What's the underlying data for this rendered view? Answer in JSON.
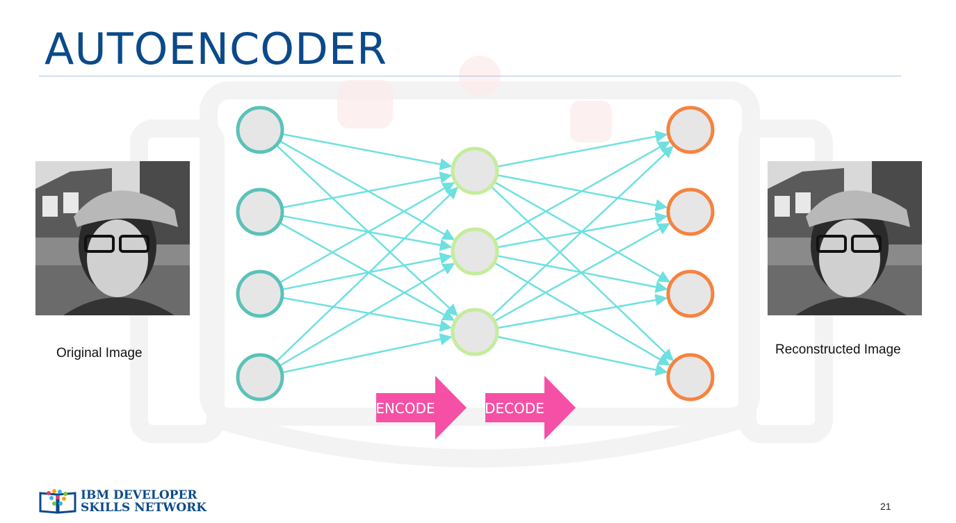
{
  "slide": {
    "title": "AUTOENCODER",
    "page_number": "21"
  },
  "images": {
    "original_caption": "Original Image",
    "reconstructed_caption": "Reconstructed Image"
  },
  "network": {
    "input_layer": {
      "nodes": 4,
      "color": "#5bc2b8"
    },
    "hidden_layer": {
      "nodes": 3,
      "color": "#c5ec9c"
    },
    "output_layer": {
      "nodes": 4,
      "color": "#f5833f"
    },
    "node_fill": "#e6e6e6",
    "edge_color": "#6ee0e0"
  },
  "arrows": {
    "encode_label": "ENCODE",
    "decode_label": "DECODE",
    "color": "#f550a5"
  },
  "logo": {
    "line1": "IBM DEVELOPER",
    "line2": "SKILLS NETWORK",
    "color": "#0b4a8a"
  }
}
